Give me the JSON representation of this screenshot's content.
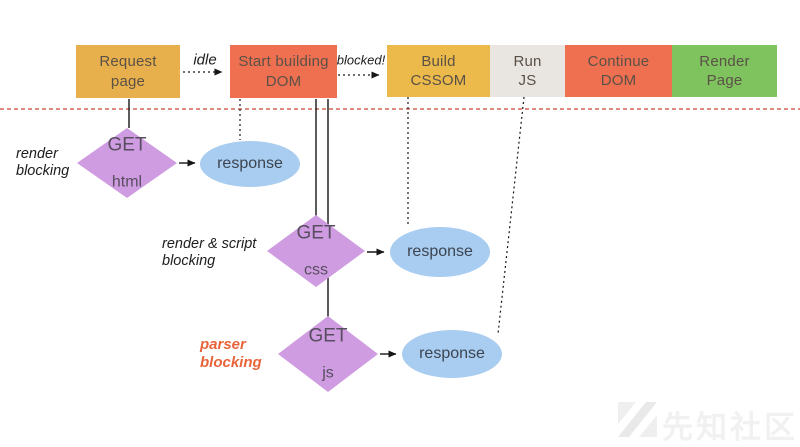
{
  "stages": [
    {
      "label": "Request\npage",
      "color": "#e7b04c"
    },
    {
      "label": "Start building\nDOM",
      "color": "#ee7050"
    },
    {
      "label": "Build\nCSSOM",
      "color": "#ecba4b"
    },
    {
      "label": "Run\nJS",
      "color": "#e9e5e0"
    },
    {
      "label": "Continue\nDOM",
      "color": "#ee7050"
    },
    {
      "label": "Render\nPage",
      "color": "#7fc35f"
    }
  ],
  "transitions": {
    "idle_label": "idle",
    "blocked_label": "blocked!"
  },
  "requests": [
    {
      "verb": "GET",
      "resource": "html",
      "annotation": "render\nblocking",
      "response_label": "response"
    },
    {
      "verb": "GET",
      "resource": "css",
      "annotation": "render & script\nblocking",
      "response_label": "response"
    },
    {
      "verb": "GET",
      "resource": "js",
      "annotation": "parser\nblocking",
      "response_label": "response"
    }
  ],
  "colors": {
    "diamond": "#cf9ce2",
    "ellipse": "#a8cdf0",
    "timeline_divider": "#cc4433",
    "parser_blocking_text": "#e8653c",
    "connector": "#161616"
  },
  "watermark": {
    "text": "先知社区"
  }
}
